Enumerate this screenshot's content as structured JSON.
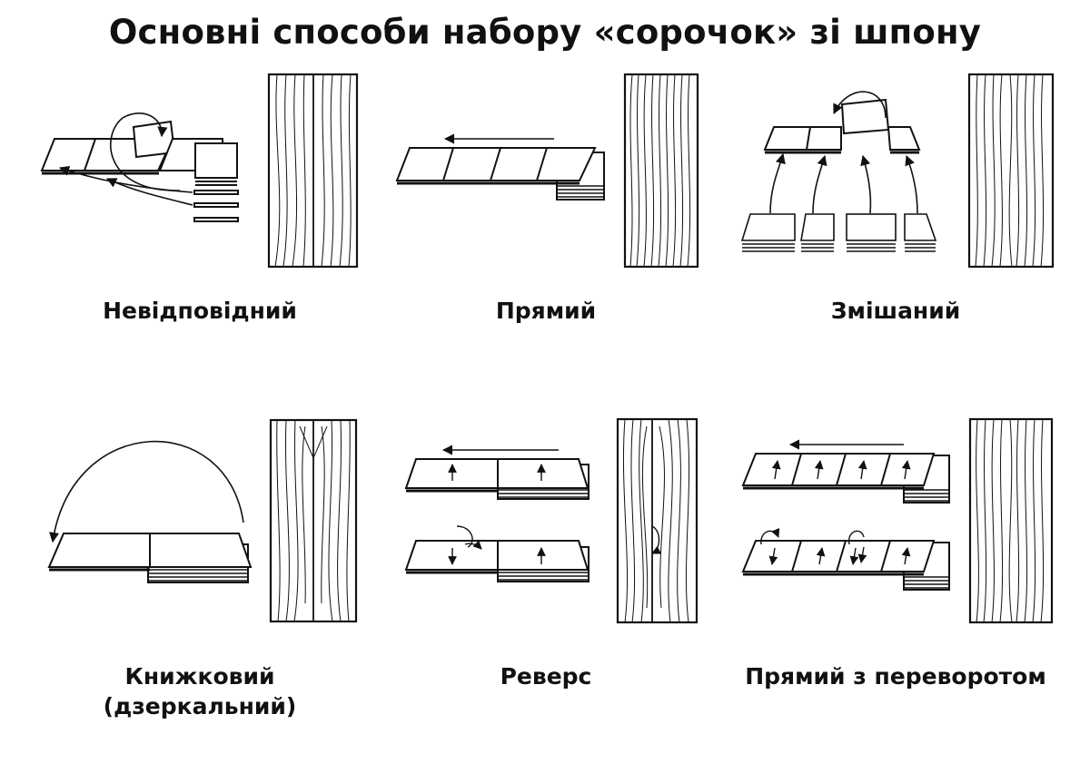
{
  "title": "Основні способи набору «сорочок» зі шпону",
  "methods": [
    {
      "id": "mismatched",
      "label": "Невідповідний"
    },
    {
      "id": "straight",
      "label": "Прямий"
    },
    {
      "id": "mixed",
      "label": "Змішаний"
    },
    {
      "id": "book",
      "label": "Книжковий",
      "label_line2": "(дзеркальний)"
    },
    {
      "id": "reverse",
      "label": "Реверс"
    },
    {
      "id": "straight-flip",
      "label": "Прямий з переворотом"
    }
  ],
  "colors": {
    "stroke": "#111111",
    "background": "#ffffff"
  }
}
